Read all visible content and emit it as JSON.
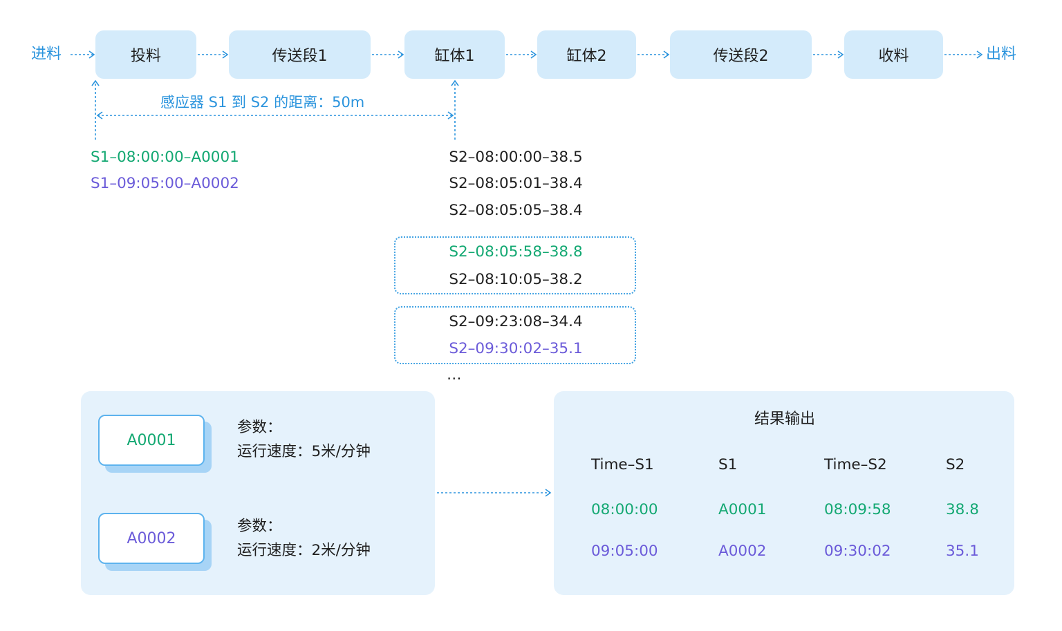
{
  "pipeline": {
    "input_label": "进料",
    "output_label": "出料",
    "stages": [
      "投料",
      "传送段1",
      "缸体1",
      "缸体2",
      "传送段2",
      "收料"
    ]
  },
  "sensor_distance_label": "感应器 S1 到 S2 的距离：50m",
  "s1_records": [
    "S1–08:00:00–A0001",
    "S1–09:05:00–A0002"
  ],
  "s2_records": [
    "S2–08:00:00–38.5",
    "S2–08:05:01–38.4",
    "S2–08:05:05–38.4",
    "S2–08:05:58–38.8",
    "S2–08:10:05–38.2",
    "S2–09:23:08–34.4",
    "S2–09:30:02–35.1"
  ],
  "s2_ellipsis": "…",
  "batches": [
    {
      "id": "A0001",
      "params_label": "参数：",
      "speed_label": "运行速度：5米/分钟"
    },
    {
      "id": "A0002",
      "params_label": "参数：",
      "speed_label": "运行速度：2米/分钟"
    }
  ],
  "result": {
    "title": "结果输出",
    "headers": [
      "Time–S1",
      "S1",
      "Time–S2",
      "S2"
    ],
    "rows": [
      [
        "08:00:00",
        "A0001",
        "08:09:58",
        "38.8"
      ],
      [
        "09:05:00",
        "A0002",
        "09:30:02",
        "35.1"
      ]
    ]
  },
  "colors": {
    "accent_blue": "#2b94dd",
    "stage_fill": "#d4ebfb",
    "panel_fill": "#e5f2fc",
    "batch1_green": "#13a872",
    "batch2_purple": "#6b5bd9"
  }
}
